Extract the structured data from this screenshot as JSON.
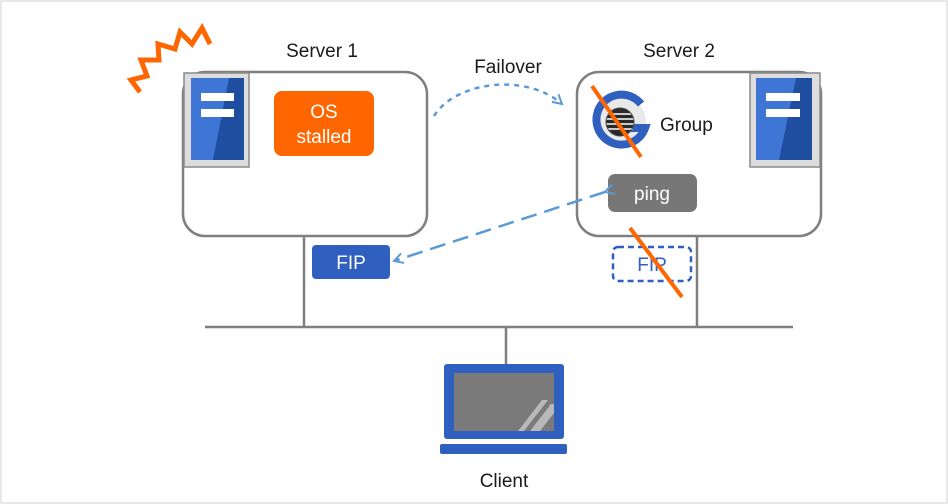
{
  "servers": {
    "server1": {
      "title": "Server 1",
      "status_line1": "OS",
      "status_line2": "stalled"
    },
    "server2": {
      "title": "Server 2",
      "group_label": "Group",
      "ping_label": "ping"
    }
  },
  "failover_label": "Failover",
  "fip": {
    "active_label": "FIP",
    "inactive_label": "FIP"
  },
  "client_label": "Client",
  "colors": {
    "alert_orange": "#ff6600",
    "server_blue": "#2f5fbf",
    "arrow_blue": "#5b9bd5",
    "ping_gray": "#777777",
    "frame_gray": "#808080"
  },
  "icons": {
    "alert": "lightning-alert-icon",
    "server": "server-tower-icon",
    "group": "group-resource-icon",
    "client": "laptop-icon"
  }
}
